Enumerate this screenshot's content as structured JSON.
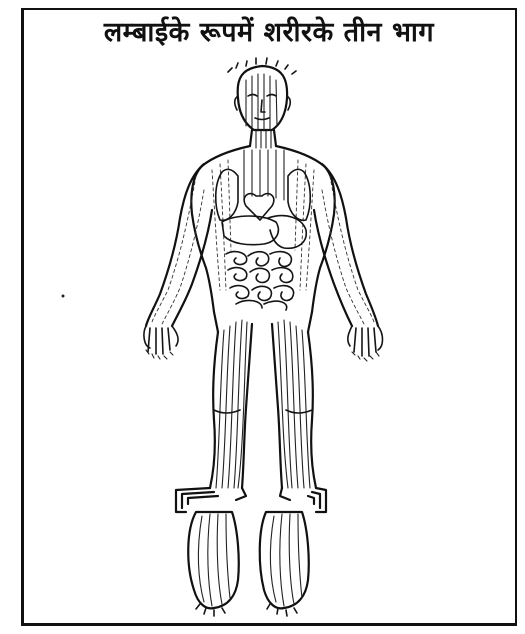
{
  "title": "लम्बाईके रूपमें शरीरके तीन भाग",
  "figure": {
    "parts": [
      "head",
      "torso",
      "internal-organs",
      "arms",
      "legs",
      "feet"
    ]
  }
}
